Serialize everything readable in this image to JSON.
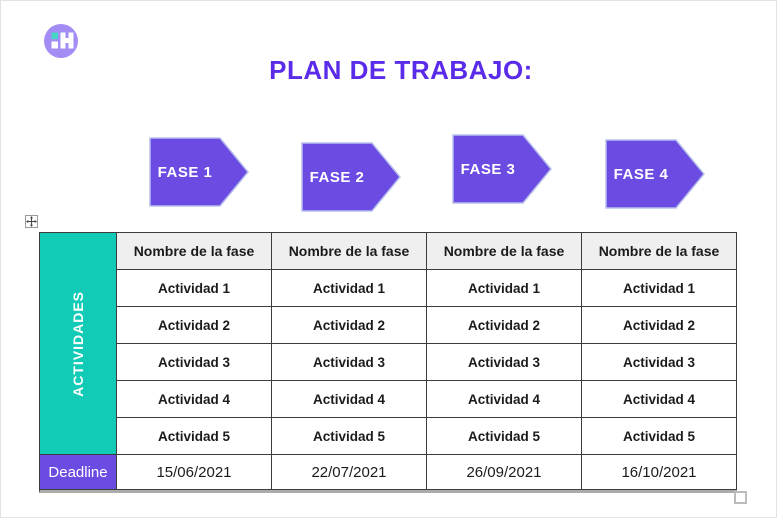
{
  "colors": {
    "purple": "#6C4BE3",
    "title_purple": "#5A2BE8",
    "teal": "#12CBB6",
    "logo_purple": "#A48CF5",
    "logo_teal": "#45D6C6",
    "header_bg": "#EFEFEF",
    "border": "#3C3C3C",
    "text": "#1B1B1B",
    "arrow_outline": "#B7C0EC"
  },
  "icons": {
    "logo": "blocky-h-logo",
    "table_move": "four-way-move-icon",
    "table_resize": "resize-square-handle"
  },
  "title": "PLAN DE TRABAJO:",
  "phases": [
    {
      "label": "FASE 1"
    },
    {
      "label": "FASE 2"
    },
    {
      "label": "FASE 3"
    },
    {
      "label": "FASE 4"
    }
  ],
  "table": {
    "row_header": "ACTIVIDADES",
    "deadline_label": "Deadline",
    "columns": [
      {
        "header": "Nombre de la fase",
        "activities": [
          "Actividad 1",
          "Actividad 2",
          "Actividad 3",
          "Actividad 4",
          "Actividad 5"
        ],
        "deadline": "15/06/2021"
      },
      {
        "header": "Nombre de la fase",
        "activities": [
          "Actividad 1",
          "Actividad 2",
          "Actividad 3",
          "Actividad 4",
          "Actividad 5"
        ],
        "deadline": "22/07/2021"
      },
      {
        "header": "Nombre de la fase",
        "activities": [
          "Actividad 1",
          "Actividad 2",
          "Actividad 3",
          "Actividad 4",
          "Actividad 5"
        ],
        "deadline": "26/09/2021"
      },
      {
        "header": "Nombre de la fase",
        "activities": [
          "Actividad 1",
          "Actividad 2",
          "Actividad 3",
          "Actividad 4",
          "Actividad 5"
        ],
        "deadline": "16/10/2021"
      }
    ]
  }
}
